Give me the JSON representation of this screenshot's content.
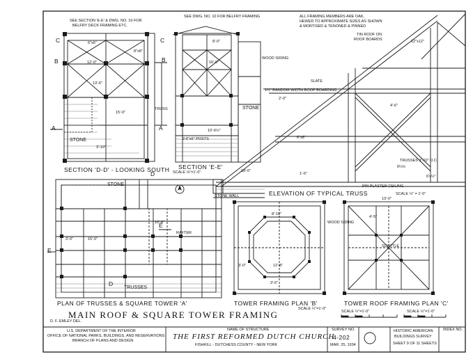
{
  "notes": {
    "see_section_1": "SEE SECTION 'E-E' & DWG. NO. 10 FOR",
    "see_section_2": "BELFRY DECK FRAMING ETC.",
    "see_dwg": "SEE DWG. NO. 10 FOR BELFRY FRAMING",
    "all_framing_1": "ALL FRAMING MEMBERS ARE OAK,",
    "all_framing_2": "HEWED TO APPROXIMATE SIZES AS SHOWN",
    "all_framing_3": "& MORTISED & TENONED & PINNED",
    "tin_roof": "TIN ROOF ON",
    "roof_boards": "ROOF BOARDS",
    "wood_siding": "WOOD SIDING",
    "slate": "SLATE",
    "random_width": "1¼\" RANDOM WIDTH ROOF BOARDING",
    "stone_e": "STONE",
    "posts": "2-6\"x6\" POSTS",
    "trusses_oc": "TRUSSES 3'-10\" O.C.",
    "pin_plaster": "PIN PLASTER CEILING",
    "stone_wall": "STONE WALL",
    "trusses_lbl": "TRUSSES",
    "rafter": "RAFTER",
    "stone_plan": "STONE",
    "wood_siding_b": "WOOD SIDING",
    "scuttle": "SCUTTLE",
    "truss_lbl": "TRUSS",
    "stone_d": "STONE"
  },
  "titles": {
    "section_dd": "SECTION 'D-D' - LOOKING SOUTH",
    "section_ee": "SECTION 'E-E'",
    "scale_dd": "SCALE ⅛\"=1'-0\"",
    "elevation": "ELEVATION OF TYPICAL TRUSS",
    "scale_elev": "SCALE ½\" = 1'-0\"",
    "plan_trusses": "PLAN OF TRUSSES & SQUARE TOWER 'A'",
    "tower_framing": "TOWER FRAMING PLAN 'B'",
    "scale_b": "SCALE ¼\"=1'-0\"",
    "tower_roof": "TOWER ROOF FRAMING PLAN 'C'",
    "main_title": "MAIN ROOF & SQUARE TOWER FRAMING",
    "scale_q": "SCALE ¼\"=1'-0\"",
    "scale_h": "SCALE ½\"=1'-0\""
  },
  "markers": {
    "A": "A",
    "B": "B",
    "C": "C",
    "D": "D",
    "E": "E"
  },
  "dims": {
    "d1": "6\"x6\"",
    "d2": "8\"x8\"",
    "d3": "12'-0\"",
    "d4": "13'-6\"",
    "d5": "15'-0\"",
    "d6": "3'-10\"",
    "d7": "8'-0\"",
    "d8": "16'-0\"",
    "d9": "10'-6½\"",
    "d10": "2'-0\"",
    "d11": "3'-0\"",
    "d12": "6\"x8\"",
    "d13": "12\"x12\"",
    "d14": "4'-6\"",
    "d15": "1'-6\"",
    "d16": "18'-0\"",
    "d17": "6'x½\"",
    "d18": "6¼½",
    "d19": "15'-0\"",
    "d20": "10'-6\"",
    "d21": "8'-10\"",
    "d22": "12'-8\"",
    "d23": "3'-6\"",
    "d24": "3'-0\"",
    "d25": "4'-5\"",
    "d26": "13'-0\""
  },
  "title_block": {
    "drawn_by": "D. F. EMLEY DEL.",
    "dept_1": "U.S. DEPARTMENT OF THE INTERIOR",
    "dept_2": "OFFICE OF NATIONAL PARKS, BUILDINGS, AND RESERVATIONS",
    "dept_3": "BRANCH OF PLANS AND DESIGN",
    "name_label": "NAME OF STRUCTURE",
    "structure_name": "THE FIRST REFORMED DUTCH CHURCH",
    "location": "FISHKILL - DUTCHESS COUNTY - NEW YORK",
    "survey_label": "SURVEY NO.",
    "survey_no": "4-202",
    "survey_date": "MAR. 25, 1934",
    "habs_1": "HISTORIC AMERICAN",
    "habs_2": "BUILDINGS SURVEY",
    "sheet": "SHEET 9 OF 11 SHEETS",
    "index_label": "INDEX NO."
  }
}
